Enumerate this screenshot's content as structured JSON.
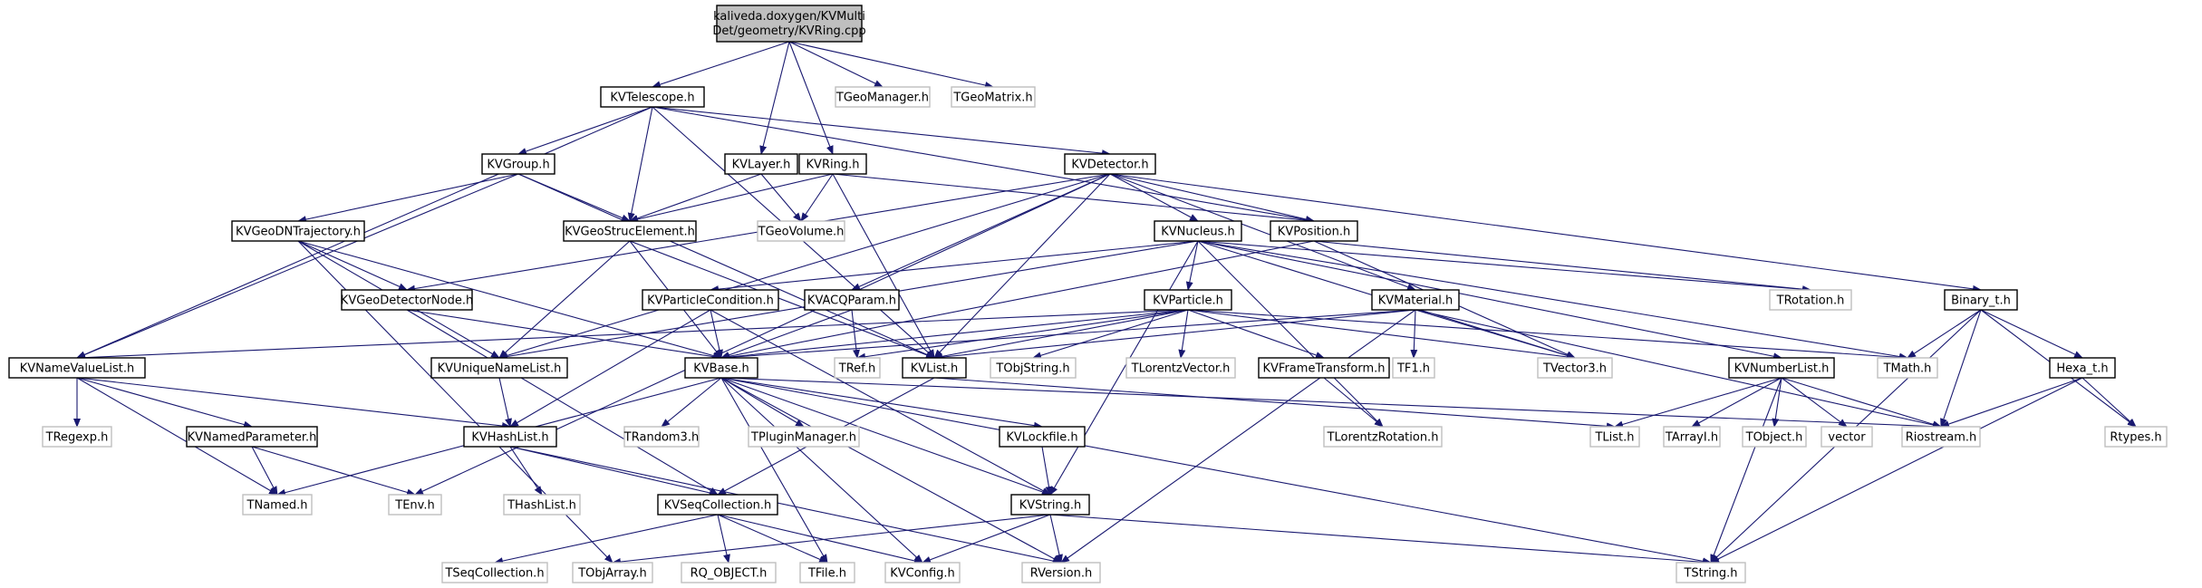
{
  "diagram": {
    "colors": {
      "root_fill": "#bfbfbf",
      "node_fill": "#ffffff",
      "node_stroke": "#000000",
      "external_stroke": "#bfbfbf",
      "edge": "#191970",
      "text": "#000000"
    },
    "root_label_lines": [
      "kaliveda.doxygen/KVMulti",
      "Det/geometry/KVRing.cpp"
    ],
    "nodes": [
      {
        "id": "KVTelescope_h",
        "label": "KVTelescope.h",
        "kind": "local"
      },
      {
        "id": "KVLayer_h",
        "label": "KVLayer.h",
        "kind": "local"
      },
      {
        "id": "KVRing_h",
        "label": "KVRing.h",
        "kind": "local"
      },
      {
        "id": "TGeoManager_h",
        "label": "TGeoManager.h",
        "kind": "external"
      },
      {
        "id": "TGeoMatrix_h",
        "label": "TGeoMatrix.h",
        "kind": "external"
      },
      {
        "id": "KVGroup_h",
        "label": "KVGroup.h",
        "kind": "local"
      },
      {
        "id": "KVDetector_h",
        "label": "KVDetector.h",
        "kind": "local"
      },
      {
        "id": "KVGeoDNTrajectory_h",
        "label": "KVGeoDNTrajectory.h",
        "kind": "local"
      },
      {
        "id": "KVGeoStrucElement_h",
        "label": "KVGeoStrucElement.h",
        "kind": "local"
      },
      {
        "id": "TGeoVolume_h",
        "label": "TGeoVolume.h",
        "kind": "external"
      },
      {
        "id": "KVNucleus_h",
        "label": "KVNucleus.h",
        "kind": "local"
      },
      {
        "id": "KVPosition_h",
        "label": "KVPosition.h",
        "kind": "local"
      },
      {
        "id": "KVGeoDetectorNode_h",
        "label": "KVGeoDetectorNode.h",
        "kind": "local"
      },
      {
        "id": "KVParticleCondition_h",
        "label": "KVParticleCondition.h",
        "kind": "local"
      },
      {
        "id": "KVACQParam_h",
        "label": "KVACQParam.h",
        "kind": "local"
      },
      {
        "id": "KVParticle_h",
        "label": "KVParticle.h",
        "kind": "local"
      },
      {
        "id": "KVMaterial_h",
        "label": "KVMaterial.h",
        "kind": "local"
      },
      {
        "id": "TRotation_h",
        "label": "TRotation.h",
        "kind": "external"
      },
      {
        "id": "Binary_t_h",
        "label": "Binary_t.h",
        "kind": "local"
      },
      {
        "id": "KVNameValueList_h",
        "label": "KVNameValueList.h",
        "kind": "local"
      },
      {
        "id": "KVUniqueNameList_h",
        "label": "KVUniqueNameList.h",
        "kind": "local"
      },
      {
        "id": "KVBase_h",
        "label": "KVBase.h",
        "kind": "local"
      },
      {
        "id": "TRef_h",
        "label": "TRef.h",
        "kind": "external"
      },
      {
        "id": "KVList_h",
        "label": "KVList.h",
        "kind": "local"
      },
      {
        "id": "TObjString_h",
        "label": "TObjString.h",
        "kind": "external"
      },
      {
        "id": "TLorentzVector_h",
        "label": "TLorentzVector.h",
        "kind": "external"
      },
      {
        "id": "KVFrameTransform_h",
        "label": "KVFrameTransform.h",
        "kind": "local"
      },
      {
        "id": "TF1_h",
        "label": "TF1.h",
        "kind": "external"
      },
      {
        "id": "TVector3_h",
        "label": "TVector3.h",
        "kind": "external"
      },
      {
        "id": "TMath_h",
        "label": "TMath.h",
        "kind": "external"
      },
      {
        "id": "KVNumberList_h",
        "label": "KVNumberList.h",
        "kind": "local"
      },
      {
        "id": "Hexa_t_h",
        "label": "Hexa_t.h",
        "kind": "local"
      },
      {
        "id": "TRegexp_h",
        "label": "TRegexp.h",
        "kind": "external"
      },
      {
        "id": "KVNamedParameter_h",
        "label": "KVNamedParameter.h",
        "kind": "local"
      },
      {
        "id": "KVHashList_h",
        "label": "KVHashList.h",
        "kind": "local"
      },
      {
        "id": "TRandom3_h",
        "label": "TRandom3.h",
        "kind": "external"
      },
      {
        "id": "TPluginManager_h",
        "label": "TPluginManager.h",
        "kind": "external"
      },
      {
        "id": "KVLockfile_h",
        "label": "KVLockfile.h",
        "kind": "local"
      },
      {
        "id": "TLorentzRotation_h",
        "label": "TLorentzRotation.h",
        "kind": "external"
      },
      {
        "id": "TList_h",
        "label": "TList.h",
        "kind": "external"
      },
      {
        "id": "TArrayI_h",
        "label": "TArrayI.h",
        "kind": "external"
      },
      {
        "id": "TObject_h",
        "label": "TObject.h",
        "kind": "external"
      },
      {
        "id": "vector",
        "label": "vector",
        "kind": "external"
      },
      {
        "id": "Riostream_h",
        "label": "Riostream.h",
        "kind": "external"
      },
      {
        "id": "Rtypes_h",
        "label": "Rtypes.h",
        "kind": "external"
      },
      {
        "id": "TNamed_h",
        "label": "TNamed.h",
        "kind": "external"
      },
      {
        "id": "TEnv_h",
        "label": "TEnv.h",
        "kind": "external"
      },
      {
        "id": "THashList_h",
        "label": "THashList.h",
        "kind": "external"
      },
      {
        "id": "KVSeqCollection_h",
        "label": "KVSeqCollection.h",
        "kind": "local"
      },
      {
        "id": "KVString_h",
        "label": "KVString.h",
        "kind": "local"
      },
      {
        "id": "TSeqCollection_h",
        "label": "TSeqCollection.h",
        "kind": "external"
      },
      {
        "id": "TObjArray_h",
        "label": "TObjArray.h",
        "kind": "external"
      },
      {
        "id": "RQ_OBJECT_h",
        "label": "RQ_OBJECT.h",
        "kind": "external"
      },
      {
        "id": "TFile_h",
        "label": "TFile.h",
        "kind": "external"
      },
      {
        "id": "KVConfig_h",
        "label": "KVConfig.h",
        "kind": "external"
      },
      {
        "id": "RVersion_h",
        "label": "RVersion.h",
        "kind": "external"
      },
      {
        "id": "TString_h",
        "label": "TString.h",
        "kind": "external"
      }
    ],
    "edges": [
      [
        "root",
        "KVTelescope_h"
      ],
      [
        "root",
        "KVLayer_h"
      ],
      [
        "root",
        "KVRing_h"
      ],
      [
        "root",
        "TGeoManager_h"
      ],
      [
        "root",
        "TGeoMatrix_h"
      ],
      [
        "KVTelescope_h",
        "KVGroup_h"
      ],
      [
        "KVTelescope_h",
        "KVDetector_h"
      ],
      [
        "KVTelescope_h",
        "KVGeoStrucElement_h"
      ],
      [
        "KVTelescope_h",
        "KVPosition_h"
      ],
      [
        "KVTelescope_h",
        "KVList_h"
      ],
      [
        "KVTelescope_h",
        "KVNameValueList_h"
      ],
      [
        "KVLayer_h",
        "KVGeoStrucElement_h"
      ],
      [
        "KVLayer_h",
        "TGeoVolume_h"
      ],
      [
        "KVRing_h",
        "KVGeoStrucElement_h"
      ],
      [
        "KVRing_h",
        "TGeoVolume_h"
      ],
      [
        "KVRing_h",
        "KVPosition_h"
      ],
      [
        "KVRing_h",
        "KVList_h"
      ],
      [
        "KVGroup_h",
        "KVGeoDNTrajectory_h"
      ],
      [
        "KVGroup_h",
        "KVGeoStrucElement_h"
      ],
      [
        "KVGroup_h",
        "KVNameValueList_h"
      ],
      [
        "KVGroup_h",
        "KVList_h"
      ],
      [
        "KVDetector_h",
        "KVNucleus_h"
      ],
      [
        "KVDetector_h",
        "KVPosition_h"
      ],
      [
        "KVDetector_h",
        "KVMaterial_h"
      ],
      [
        "KVDetector_h",
        "KVACQParam_h"
      ],
      [
        "KVDetector_h",
        "KVGeoDetectorNode_h"
      ],
      [
        "KVDetector_h",
        "KVUniqueNameList_h"
      ],
      [
        "KVDetector_h",
        "KVList_h"
      ],
      [
        "KVDetector_h",
        "Binary_t_h"
      ],
      [
        "KVDetector_h",
        "TEnv_h"
      ],
      [
        "KVGeoDNTrajectory_h",
        "KVGeoDetectorNode_h"
      ],
      [
        "KVGeoDNTrajectory_h",
        "KVUniqueNameList_h"
      ],
      [
        "KVGeoDNTrajectory_h",
        "KVBase_h"
      ],
      [
        "KVGeoDNTrajectory_h",
        "TObjArray_h"
      ],
      [
        "KVGeoStrucElement_h",
        "KVBase_h"
      ],
      [
        "KVGeoStrucElement_h",
        "KVUniqueNameList_h"
      ],
      [
        "KVGeoStrucElement_h",
        "KVList_h"
      ],
      [
        "KVNucleus_h",
        "KVParticle_h"
      ],
      [
        "KVNucleus_h",
        "KVParticleCondition_h"
      ],
      [
        "KVNucleus_h",
        "KVNumberList_h"
      ],
      [
        "KVNucleus_h",
        "TRotation_h"
      ],
      [
        "KVNucleus_h",
        "TVector3_h"
      ],
      [
        "KVNucleus_h",
        "TMath_h"
      ],
      [
        "KVNucleus_h",
        "TLorentzRotation_h"
      ],
      [
        "KVNucleus_h",
        "KVString_h"
      ],
      [
        "KVNucleus_h",
        "KVUniqueNameList_h"
      ],
      [
        "KVPosition_h",
        "KVBase_h"
      ],
      [
        "KVPosition_h",
        "TVector3_h"
      ],
      [
        "KVPosition_h",
        "TRotation_h"
      ],
      [
        "KVGeoDetectorNode_h",
        "KVBase_h"
      ],
      [
        "KVGeoDetectorNode_h",
        "KVSeqCollection_h"
      ],
      [
        "KVParticleCondition_h",
        "KVBase_h"
      ],
      [
        "KVParticleCondition_h",
        "KVHashList_h"
      ],
      [
        "KVParticleCondition_h",
        "KVString_h"
      ],
      [
        "KVACQParam_h",
        "KVBase_h"
      ],
      [
        "KVACQParam_h",
        "TRef_h"
      ],
      [
        "KVParticle_h",
        "KVNameValueList_h"
      ],
      [
        "KVParticle_h",
        "KVBase_h"
      ],
      [
        "KVParticle_h",
        "TRef_h"
      ],
      [
        "KVParticle_h",
        "KVList_h"
      ],
      [
        "KVParticle_h",
        "TObjString_h"
      ],
      [
        "KVParticle_h",
        "TLorentzVector_h"
      ],
      [
        "KVParticle_h",
        "KVFrameTransform_h"
      ],
      [
        "KVParticle_h",
        "TVector3_h"
      ],
      [
        "KVParticle_h",
        "TMath_h"
      ],
      [
        "KVMaterial_h",
        "KVBase_h"
      ],
      [
        "KVMaterial_h",
        "KVList_h"
      ],
      [
        "KVMaterial_h",
        "TF1_h"
      ],
      [
        "KVMaterial_h",
        "TVector3_h"
      ],
      [
        "KVMaterial_h",
        "Riostream_h"
      ],
      [
        "KVMaterial_h",
        "RVersion_h"
      ],
      [
        "Binary_t_h",
        "Hexa_t_h"
      ],
      [
        "Binary_t_h",
        "TMath_h"
      ],
      [
        "Binary_t_h",
        "Riostream_h"
      ],
      [
        "Binary_t_h",
        "Rtypes_h"
      ],
      [
        "Binary_t_h",
        "TString_h"
      ],
      [
        "KVNameValueList_h",
        "KVNamedParameter_h"
      ],
      [
        "KVNameValueList_h",
        "KVHashList_h"
      ],
      [
        "KVNameValueList_h",
        "TRegexp_h"
      ],
      [
        "KVNameValueList_h",
        "TNamed_h"
      ],
      [
        "KVUniqueNameList_h",
        "KVHashList_h"
      ],
      [
        "KVBase_h",
        "TRandom3_h"
      ],
      [
        "KVBase_h",
        "TPluginManager_h"
      ],
      [
        "KVBase_h",
        "KVLockfile_h"
      ],
      [
        "KVBase_h",
        "TNamed_h"
      ],
      [
        "KVBase_h",
        "TFile_h"
      ],
      [
        "KVBase_h",
        "KVConfig_h"
      ],
      [
        "KVBase_h",
        "RVersion_h"
      ],
      [
        "KVBase_h",
        "TString_h"
      ],
      [
        "KVBase_h",
        "Riostream_h"
      ],
      [
        "KVBase_h",
        "KVString_h"
      ],
      [
        "KVList_h",
        "KVSeqCollection_h"
      ],
      [
        "KVList_h",
        "TList_h"
      ],
      [
        "KVFrameTransform_h",
        "TLorentzRotation_h"
      ],
      [
        "KVNumberList_h",
        "TList_h"
      ],
      [
        "KVNumberList_h",
        "TArrayI_h"
      ],
      [
        "KVNumberList_h",
        "TObject_h"
      ],
      [
        "KVNumberList_h",
        "vector"
      ],
      [
        "KVNumberList_h",
        "Riostream_h"
      ],
      [
        "KVNumberList_h",
        "TString_h"
      ],
      [
        "Hexa_t_h",
        "Riostream_h"
      ],
      [
        "Hexa_t_h",
        "Rtypes_h"
      ],
      [
        "Hexa_t_h",
        "TString_h"
      ],
      [
        "KVNamedParameter_h",
        "TNamed_h"
      ],
      [
        "KVNamedParameter_h",
        "TEnv_h"
      ],
      [
        "KVHashList_h",
        "THashList_h"
      ],
      [
        "KVHashList_h",
        "KVSeqCollection_h"
      ],
      [
        "KVHashList_h",
        "RVersion_h"
      ],
      [
        "KVLockfile_h",
        "KVString_h"
      ],
      [
        "KVSeqCollection_h",
        "TSeqCollection_h"
      ],
      [
        "KVSeqCollection_h",
        "RQ_OBJECT_h"
      ],
      [
        "KVSeqCollection_h",
        "TFile_h"
      ],
      [
        "KVSeqCollection_h",
        "KVConfig_h"
      ],
      [
        "KVString_h",
        "TObjArray_h"
      ],
      [
        "KVString_h",
        "KVConfig_h"
      ],
      [
        "KVString_h",
        "RVersion_h"
      ],
      [
        "KVString_h",
        "TString_h"
      ]
    ]
  }
}
